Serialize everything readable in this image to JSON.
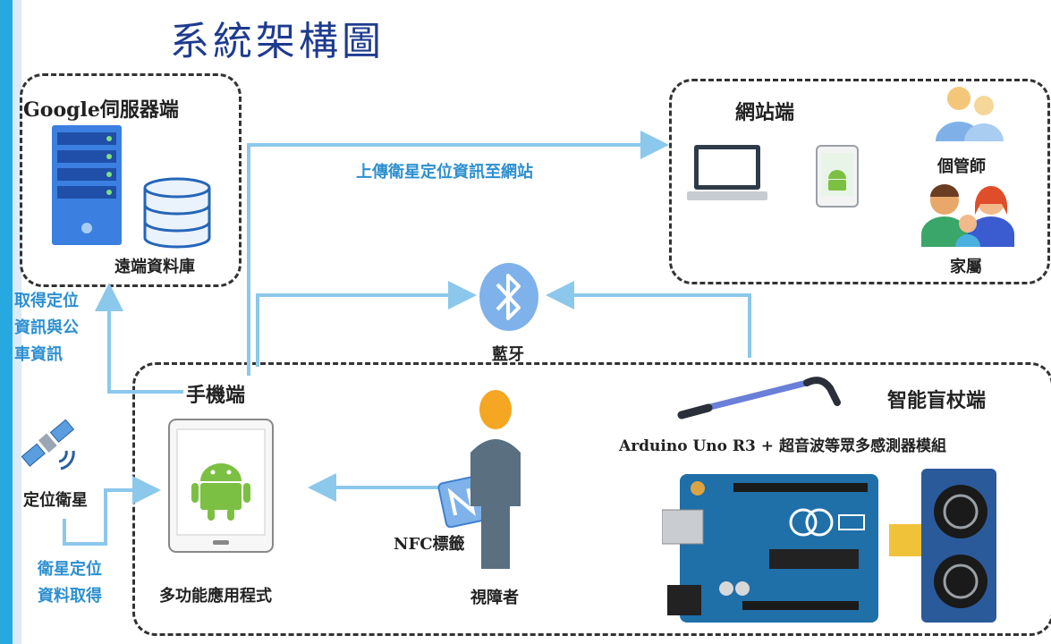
{
  "title": "系統架構圖",
  "google": {
    "label": "Google伺服器端",
    "db_label": "遠端資料庫"
  },
  "website": {
    "label": "網站端",
    "caseworker": "個管師",
    "family": "家屬"
  },
  "upload_label": "上傳衛星定位資訊至網站",
  "bluetooth": {
    "label": "藍牙"
  },
  "get_info": [
    "取得定位",
    "資訊與公",
    "車資訊"
  ],
  "phone": {
    "label": "手機端",
    "app_label": "多功能應用程式"
  },
  "satellite": {
    "label": "定位衛星",
    "data_label": [
      "衛星定位",
      "資料取得"
    ]
  },
  "nfc_label": "NFC標籤",
  "user_label": "視障者",
  "cane": {
    "label": "智能盲杖端",
    "hw_label": "Arduino Uno R3 + 超音波等眾多感測器模組"
  },
  "colors": {
    "arrow": "#8cc8ec",
    "title": "#1f3b8f",
    "board": "#1f6fa8",
    "stripe": "#25a9e0"
  }
}
